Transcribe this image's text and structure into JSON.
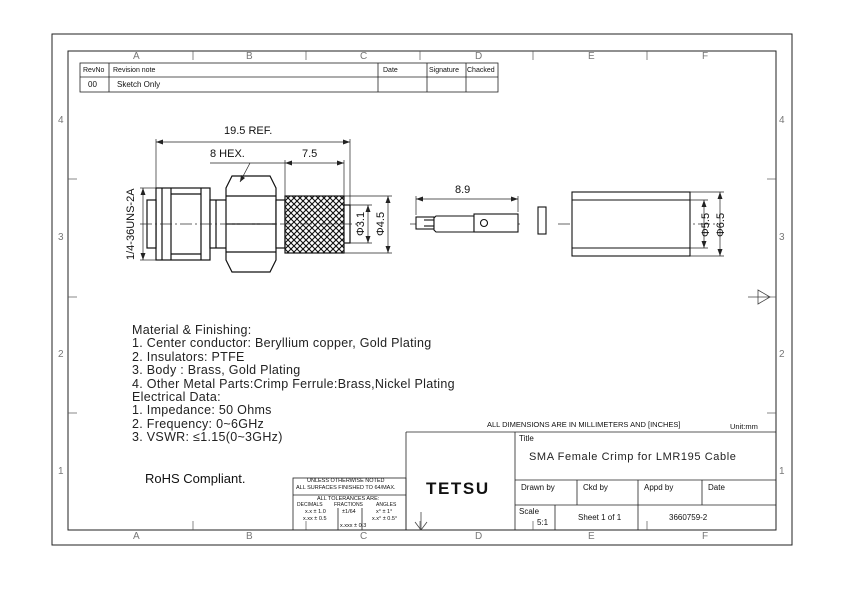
{
  "revision_table": {
    "headers": {
      "rev_no": "RevNo",
      "note": "Revision note",
      "date": "Date",
      "signature": "Signature",
      "checked": "Chacked"
    },
    "row": {
      "rev_no": "00",
      "note": "Sketch Only"
    }
  },
  "zones": {
    "top": [
      "A",
      "B",
      "C",
      "D",
      "E",
      "F"
    ],
    "side": [
      "4",
      "3",
      "2",
      "1"
    ]
  },
  "dimensions": {
    "overall": "19.5 REF.",
    "hex": "8 HEX.",
    "ferrule_len": "7.5",
    "thread": "1/4-36UNS-2A",
    "dia1": "Φ3.1",
    "dia2": "Φ4.5",
    "pin_len": "8.9",
    "ferrule_inner": "Φ5.5",
    "ferrule_outer": "Φ6.5"
  },
  "notes": [
    "Material & Finishing:",
    "1. Center conductor: Beryllium copper, Gold Plating",
    "2. Insulators: PTFE",
    "3. Body : Brass, Gold Plating",
    "4. Other Metal Parts:Crimp Ferrule:Brass,Nickel Plating",
    "Electrical Data:",
    "1. Impedance: 50 Ohms",
    "2. Frequency: 0~6GHz",
    "3. VSWR:        ≤1.15(0~3GHz)"
  ],
  "rohs": "RoHS Compliant.",
  "title_block": {
    "units_note": "ALL DIMENSIONS ARE IN MILLIMETERS AND [INCHES]",
    "unit": "Unit:mm",
    "title_label": "Title",
    "title": "SMA Female Crimp for LMR195 Cable",
    "company": "TETSU",
    "drawn_by": "Drawn by",
    "ckd_by": "Ckd by",
    "appd_by": "Appd by",
    "date": "Date",
    "scale_label": "Scale",
    "scale": "5:1",
    "sheet": "Sheet 1 of 1",
    "part_no": "3660759-2"
  },
  "tolerance": {
    "line1": "UNLESS OTHERWISE NOTED",
    "line2": "ALL SURFACES FINISHED TO 64/MAX.",
    "line3": "ALL TOLERANCES ARE:",
    "h_decimals": "DECIMALS",
    "h_fractions": "FRACTIONS",
    "h_angles": "ANGLES",
    "d1": "x.x  ± 1.0",
    "d2": "x.xx ± 0.5",
    "d3": "x.xxx ± 0.3",
    "f1": "±1/64",
    "a1": "x° ± 1°",
    "a2": "x.x° ± 0.5°"
  }
}
